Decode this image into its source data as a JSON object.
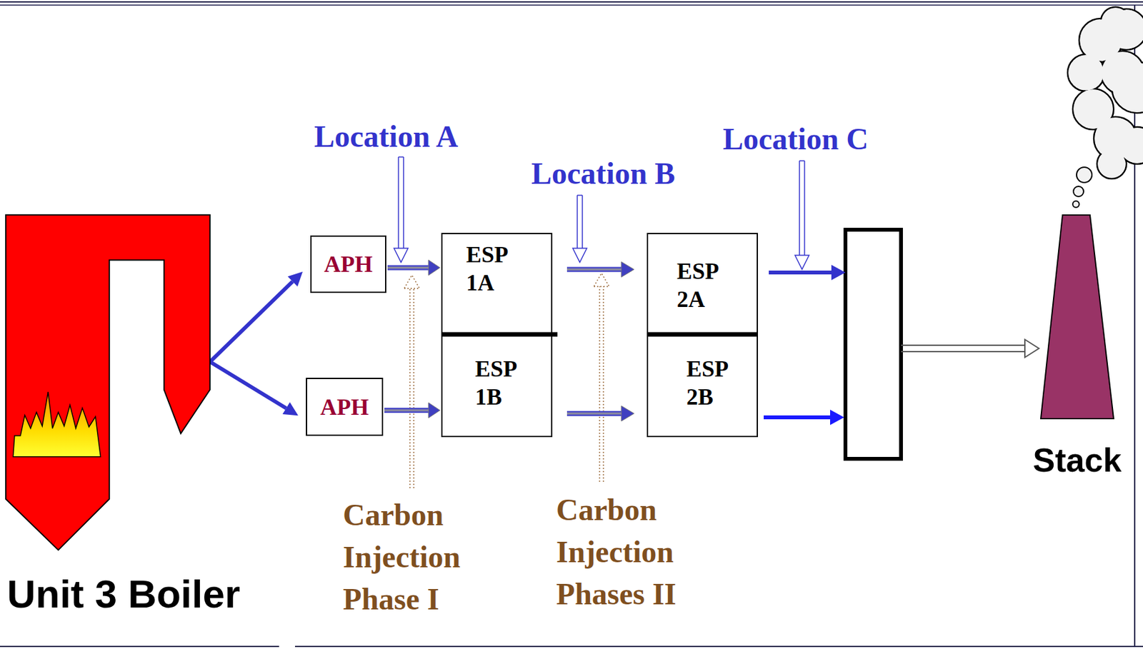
{
  "diagram": {
    "nodes": [
      {
        "text": [
          "Unit 3 Boiler"
        ]
      },
      {
        "text": [
          "APH"
        ]
      },
      {
        "text": [
          "APH"
        ]
      },
      {
        "text": [
          "ESP 1A"
        ]
      },
      {
        "text": [
          "ESP 1B"
        ]
      },
      {
        "text": [
          "ESP 2A"
        ]
      },
      {
        "text": [
          "ESP 2B"
        ]
      },
      {
        "text": [
          "Stack"
        ]
      }
    ],
    "edges": [
      {
        "from": 0,
        "to": 1,
        "arrow": "to"
      },
      {
        "from": 0,
        "to": 2,
        "arrow": "to"
      },
      {
        "from": 1,
        "to": 3,
        "arrow": "to"
      },
      {
        "from": 2,
        "to": 4,
        "arrow": "to"
      },
      {
        "from": 3,
        "to": 5,
        "arrow": "to"
      },
      {
        "from": 4,
        "to": 6,
        "arrow": "to"
      }
    ],
    "labels": [
      "Location A",
      "Location B",
      "Location C",
      "Carbon Injection Phase I",
      "Carbon Injection Phases II"
    ]
  }
}
